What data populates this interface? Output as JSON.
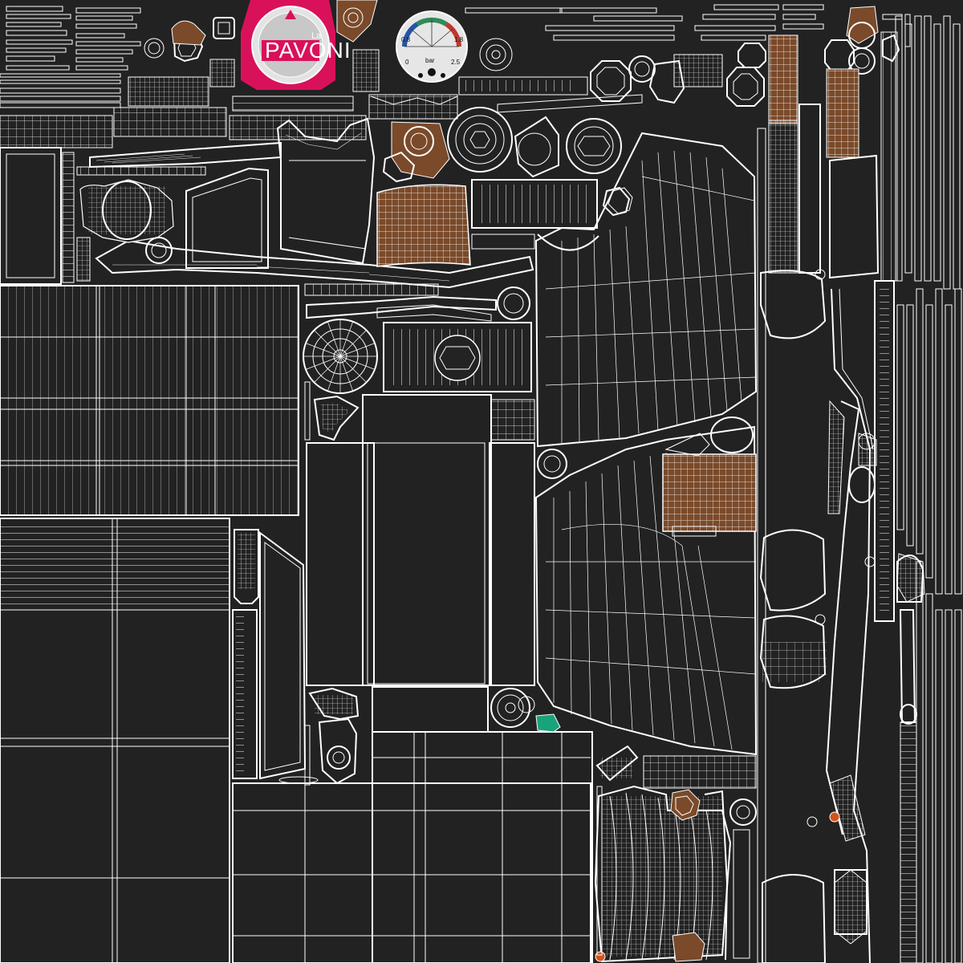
{
  "logo": {
    "brand": "PAVONI",
    "suffix": "La",
    "color": "#d9115a"
  },
  "gauge": {
    "unit": "bar",
    "ticks": [
      "0",
      "0.8",
      "1.8",
      "2.5"
    ]
  },
  "palette": {
    "background": "#222222",
    "wireframe": "#ffffff",
    "wood": "#7a4a2a",
    "accent_green": "#1aa37a",
    "accent_orange": "#d4531c"
  }
}
